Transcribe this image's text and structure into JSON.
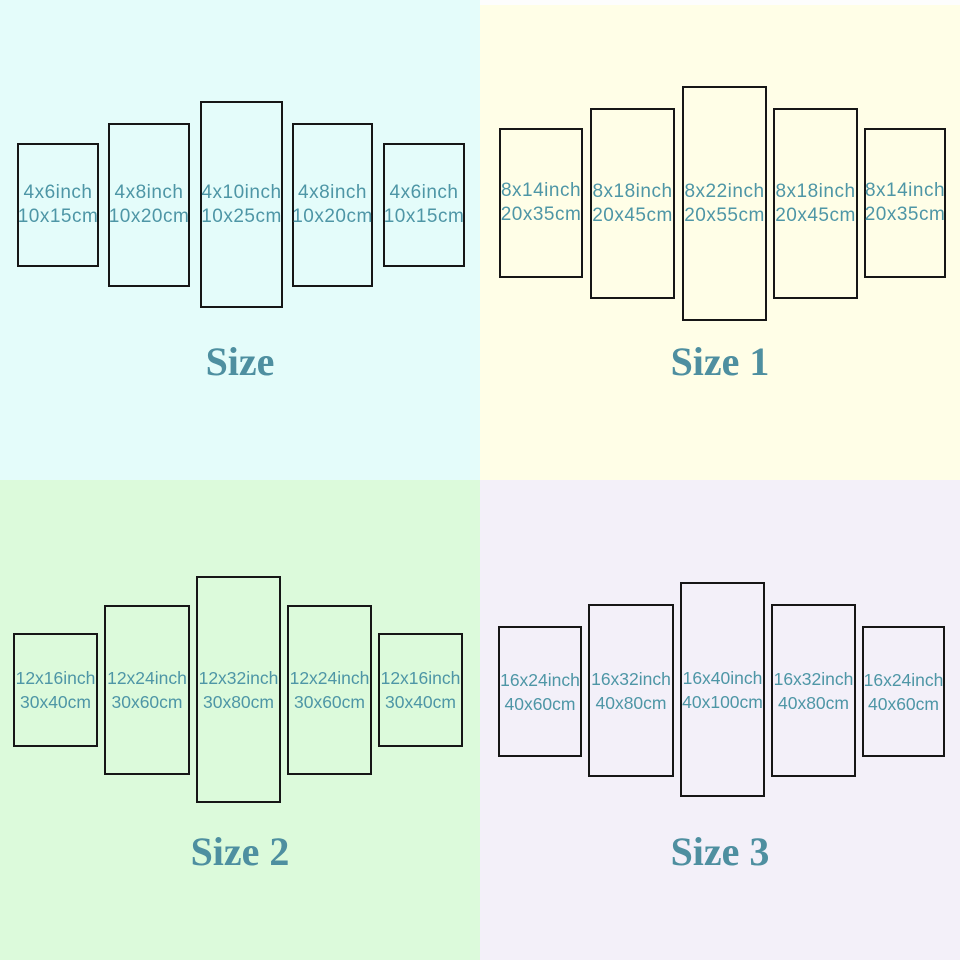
{
  "colors": {
    "panel_border": "#161616",
    "panel_text": "#4e96a6",
    "title_text": "#4e8fa0",
    "strip": "#fdfdfd"
  },
  "quadrants": [
    {
      "title": "Size",
      "background": "#e4fcfa",
      "panels": [
        {
          "line1": "4x6inch",
          "line2": "10x15cm"
        },
        {
          "line1": "4x8inch",
          "line2": "10x20cm"
        },
        {
          "line1": "4x10inch",
          "line2": "10x25cm"
        },
        {
          "line1": "4x8inch",
          "line2": "10x20cm"
        },
        {
          "line1": "4x6inch",
          "line2": "10x15cm"
        }
      ]
    },
    {
      "title": "Size 1",
      "background": "#fffee7",
      "panels": [
        {
          "line1": "8x14inch",
          "line2": "20x35cm"
        },
        {
          "line1": "8x18inch",
          "line2": "20x45cm"
        },
        {
          "line1": "8x22inch",
          "line2": "20x55cm"
        },
        {
          "line1": "8x18inch",
          "line2": "20x45cm"
        },
        {
          "line1": "8x14inch",
          "line2": "20x35cm"
        }
      ]
    },
    {
      "title": "Size 2",
      "background": "#dcfadb",
      "panels": [
        {
          "line1": "12x16inch",
          "line2": "30x40cm"
        },
        {
          "line1": "12x24inch",
          "line2": "30x60cm"
        },
        {
          "line1": "12x32inch",
          "line2": "30x80cm"
        },
        {
          "line1": "12x24inch",
          "line2": "30x60cm"
        },
        {
          "line1": "12x16inch",
          "line2": "30x40cm"
        }
      ]
    },
    {
      "title": "Size 3",
      "background": "#f3f0f9",
      "panels": [
        {
          "line1": "16x24inch",
          "line2": "40x60cm"
        },
        {
          "line1": "16x32inch",
          "line2": "40x80cm"
        },
        {
          "line1": "16x40inch",
          "line2": "40x100cm"
        },
        {
          "line1": "16x32inch",
          "line2": "40x80cm"
        },
        {
          "line1": "16x24inch",
          "line2": "40x60cm"
        }
      ]
    }
  ]
}
